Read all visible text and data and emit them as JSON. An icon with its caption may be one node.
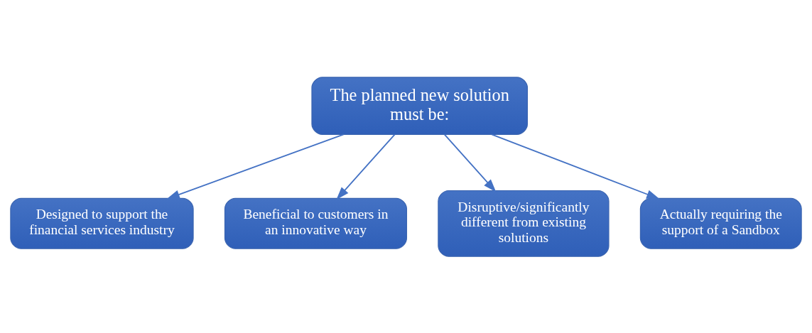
{
  "diagram": {
    "nodes": [
      {
        "text": [
          "The planned new solution must be:"
        ]
      },
      {
        "text": [
          "Designed to support the financial services industry"
        ]
      },
      {
        "text": [
          "Beneficial to customers in an innovative way"
        ]
      },
      {
        "text": [
          "Disruptive/significantly different from existing solutions"
        ]
      },
      {
        "text": [
          "Actually requiring the support of a Sandbox"
        ]
      }
    ],
    "edges": [
      {
        "from": 0,
        "to": 1,
        "arrow": "to"
      },
      {
        "from": 0,
        "to": 2,
        "arrow": "to"
      },
      {
        "from": 0,
        "to": 3,
        "arrow": "to"
      },
      {
        "from": 0,
        "to": 4,
        "arrow": "to"
      }
    ]
  }
}
